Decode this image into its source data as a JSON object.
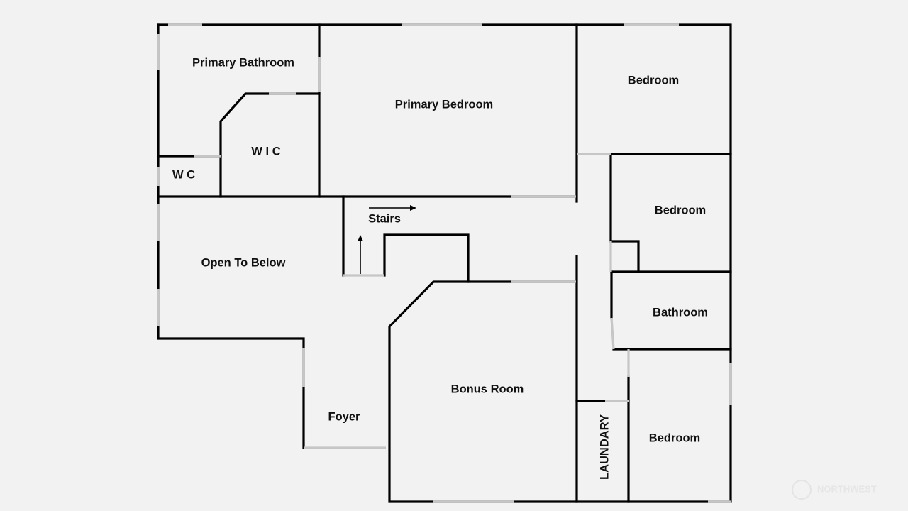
{
  "floorplan": {
    "rooms": {
      "primary_bathroom": "Primary Bathroom",
      "primary_bedroom": "Primary Bedroom",
      "bedroom_top": "Bedroom",
      "wic": "W I C",
      "wc": "W C",
      "stairs": "Stairs",
      "bedroom_middle": "Bedroom",
      "open_to_below": "Open To Below",
      "bathroom": "Bathroom",
      "bonus_room": "Bonus Room",
      "foyer": "Foyer",
      "laundary": "LAUNDARY",
      "bedroom_bottom": "Bedroom"
    },
    "colors": {
      "background": "#f2f2f2",
      "wall": "#000000",
      "opening": "#c6c6c6"
    }
  },
  "watermark": {
    "text": "NORTHWEST",
    "icon": "nwmls-logo-icon"
  }
}
